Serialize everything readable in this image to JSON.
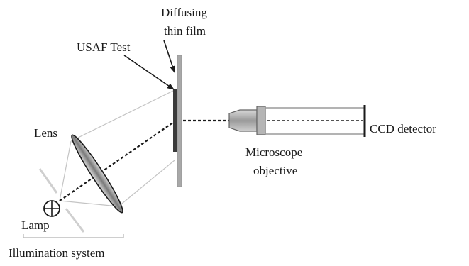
{
  "labels": {
    "diffusing_line1": "Diffusing",
    "diffusing_line2": "thin film",
    "usaf_test": "USAF Test",
    "lens": "Lens",
    "lamp": "Lamp",
    "illumination_system": "Illumination system",
    "microscope_line1": "Microscope",
    "microscope_line2": "objective",
    "ccd_detector": "CCD detector"
  },
  "colors": {
    "line": "#1a1a1a",
    "light_ray": "#bdbdbd",
    "film": "#9a9a9a",
    "target": "#333333",
    "lens_fill": "#8c8c8c",
    "objective_fill": "#b0b0b0"
  }
}
